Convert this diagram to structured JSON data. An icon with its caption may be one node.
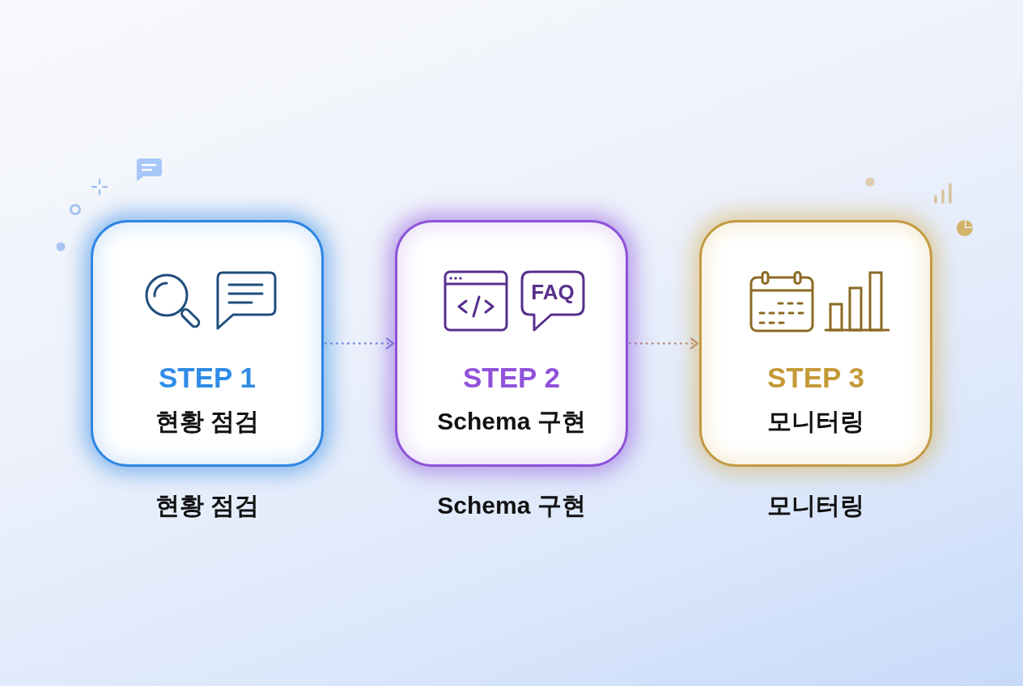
{
  "diagram": {
    "nodes": [
      {
        "text": [
          "STEP 1",
          "현황 점검"
        ],
        "beside": [
          "현황 점검"
        ]
      },
      {
        "text": [
          "STEP 2",
          "Schema 구현"
        ],
        "beside": [
          "Schema 구현"
        ]
      },
      {
        "text": [
          "STEP 3",
          "모니터링"
        ],
        "beside": [
          "모니터링"
        ]
      }
    ],
    "edges": [
      {
        "from": 0,
        "to": 1,
        "arrow": "to",
        "style": "dashed",
        "color": "#7c8fe0"
      },
      {
        "from": 1,
        "to": 2,
        "arrow": "to",
        "style": "dashed",
        "color": "#b89184"
      }
    ],
    "labels": [
      "FAQ"
    ]
  }
}
